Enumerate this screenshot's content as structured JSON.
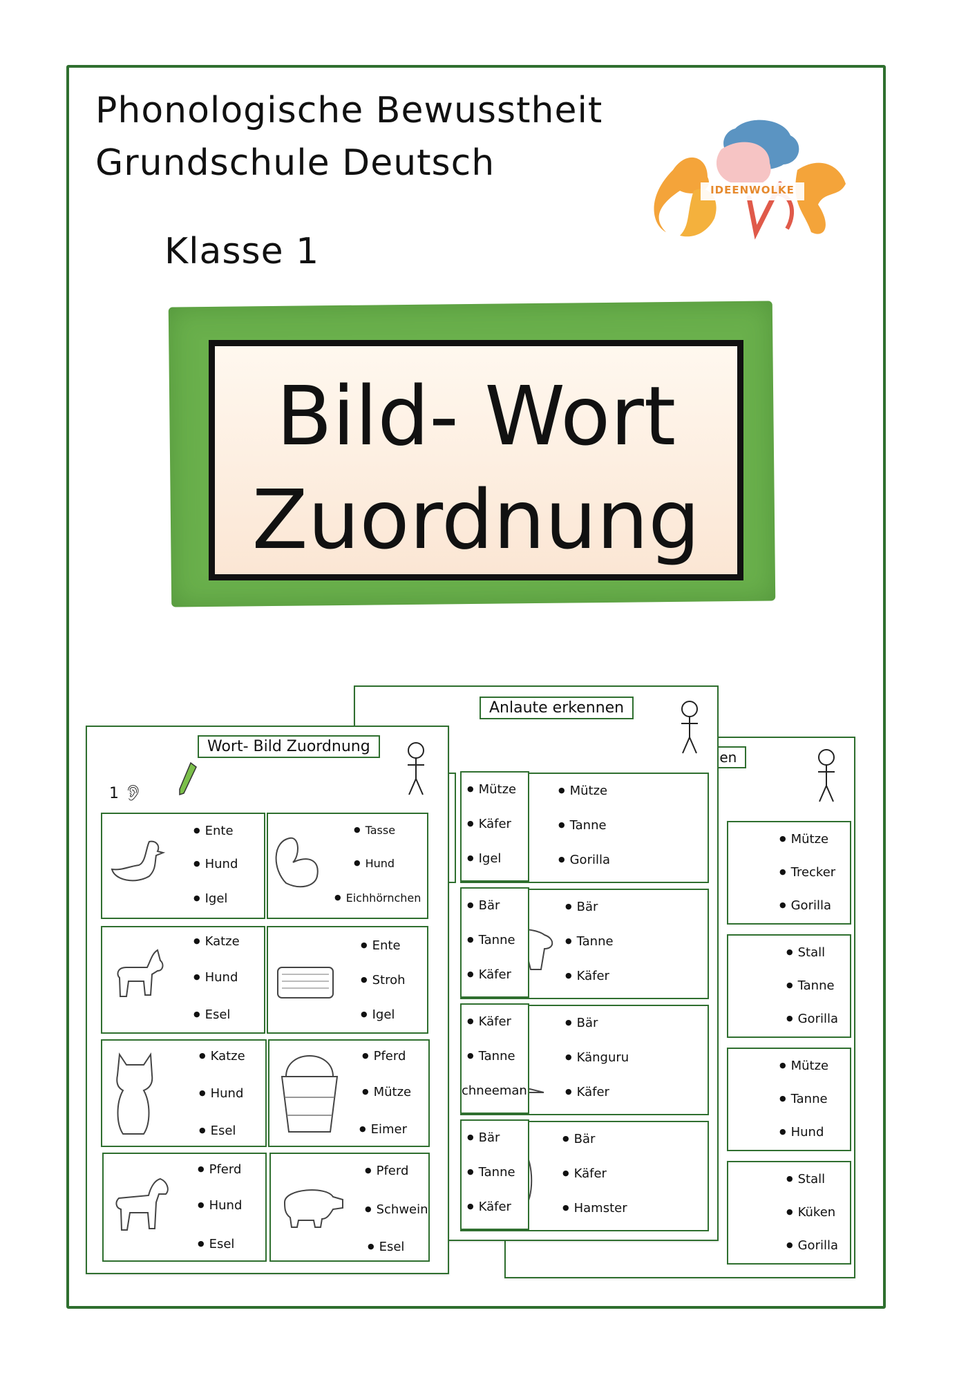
{
  "header": {
    "line1": "Phonologische Bewusstheit",
    "line2": "Grundschule Deutsch",
    "grade": "Klasse 1"
  },
  "logo": {
    "text": "IDEENWOLKE"
  },
  "title": {
    "line1": "Bild- Wort",
    "line2": "Zuordnung"
  },
  "colors": {
    "frame": "#2f6f2f",
    "banner": "#6ab04c"
  },
  "sheet_left": {
    "title": "Wort- Bild Zuordnung",
    "exercise_number": "1",
    "cards": [
      {
        "pic": "duck-icon",
        "options": [
          "Ente",
          "Hund",
          "Igel"
        ]
      },
      {
        "pic": "squirrel-icon",
        "options": [
          "Tasse",
          "Hund",
          "Eichhörnchen"
        ]
      },
      {
        "pic": "donkey-icon",
        "options": [
          "Katze",
          "Hund",
          "Esel"
        ]
      },
      {
        "pic": "straw-bale-icon",
        "options": [
          "Ente",
          "Stroh",
          "Igel"
        ]
      },
      {
        "pic": "cat-icon",
        "options": [
          "Katze",
          "Hund",
          "Esel"
        ]
      },
      {
        "pic": "bucket-icon",
        "options": [
          "Pferd",
          "Mütze",
          "Eimer"
        ]
      },
      {
        "pic": "horse-icon",
        "options": [
          "Pferd",
          "Hund",
          "Esel"
        ]
      },
      {
        "pic": "pig-icon",
        "options": [
          "Pferd",
          "Schwein",
          "Esel"
        ]
      }
    ]
  },
  "sheet_middle": {
    "title": "Anlaute erkennen",
    "left_cards": [
      {
        "options": [
          "Mütze",
          "Käfer",
          "Igel"
        ]
      },
      {
        "options": [
          "Bär",
          "Tanne",
          "Käfer"
        ]
      },
      {
        "options": [
          "Käfer",
          "Tanne",
          "chneemann"
        ]
      },
      {
        "options": [
          "Bär",
          "Tanne",
          "Käfer"
        ]
      }
    ],
    "right_cards": [
      {
        "pic": "gorilla-icon",
        "options": [
          "Mütze",
          "Tanne",
          "Gorilla"
        ]
      },
      {
        "pic": "bear-icon",
        "options": [
          "Bär",
          "Tanne",
          "Käfer"
        ]
      },
      {
        "pic": "kangaroo-icon",
        "options": [
          "Bär",
          "Känguru",
          "Käfer"
        ]
      },
      {
        "pic": "hamster-icon",
        "options": [
          "Bär",
          "Käfer",
          "Hamster"
        ]
      }
    ]
  },
  "sheet_right": {
    "title": "nnen",
    "cards": [
      {
        "options": [
          "Mütze",
          "Trecker",
          "Gorilla"
        ]
      },
      {
        "options": [
          "Stall",
          "Tanne",
          "Gorilla"
        ]
      },
      {
        "options": [
          "Mütze",
          "Tanne",
          "Hund"
        ]
      },
      {
        "options": [
          "Stall",
          "Küken",
          "Gorilla"
        ]
      }
    ]
  }
}
